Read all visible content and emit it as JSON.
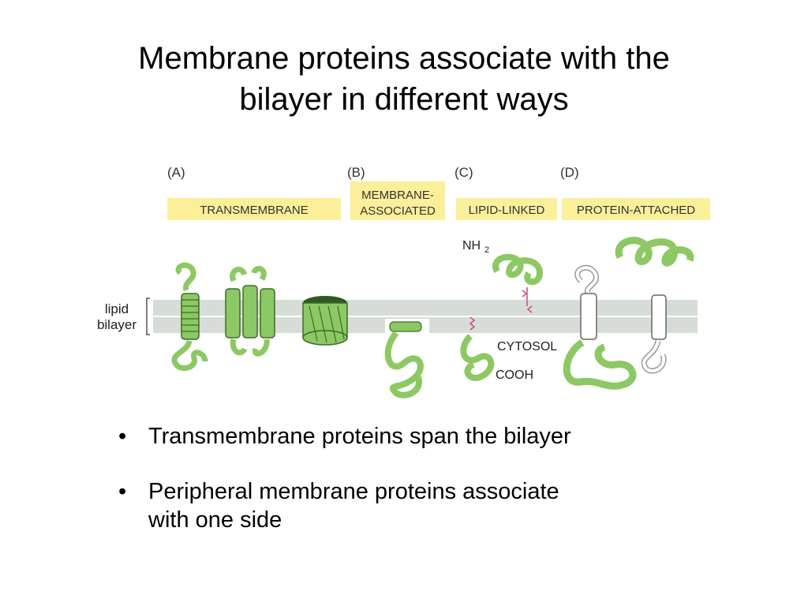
{
  "title": {
    "line1": "Membrane proteins associate with the",
    "line2": "bilayer in different ways"
  },
  "figure": {
    "panels": [
      {
        "letter": "(A)",
        "label": "TRANSMEMBRANE"
      },
      {
        "letter": "(B)",
        "label_line1": "MEMBRANE-",
        "label_line2": "ASSOCIATED"
      },
      {
        "letter": "(C)",
        "label": "LIPID-LINKED"
      },
      {
        "letter": "(D)",
        "label": "PROTEIN-ATTACHED"
      }
    ],
    "bilayer_label_line1": "lipid",
    "bilayer_label_line2": "bilayer",
    "nh2_label": "NH",
    "nh2_subscript": "2",
    "cytosol_label": "CYTOSOL",
    "cooh_label": "COOH",
    "colors": {
      "banner": "#fbef9a",
      "bilayer": "#d6ddd6",
      "protein_green": "#8cc863",
      "protein_outline": "#3f6b2a",
      "lipid_anchor": "#d4488a"
    }
  },
  "bullets": [
    {
      "symbol": "•",
      "text": "Transmembrane proteins span the bilayer"
    },
    {
      "symbol": "•",
      "text_line1": "Peripheral membrane proteins associate",
      "text_line2": "with one side"
    }
  ]
}
